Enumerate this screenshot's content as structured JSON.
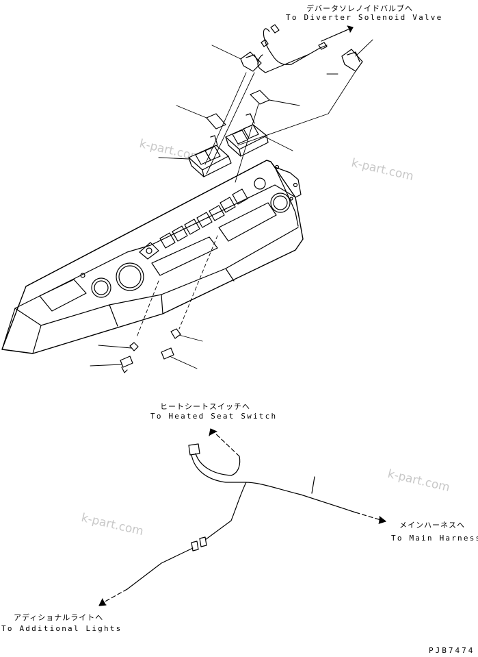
{
  "labels": {
    "diverter": {
      "jp": "デバータソレノイドバルブへ",
      "en": "To Diverter Solenoid Valve"
    },
    "heated_seat": {
      "jp": "ヒートシートスイッチへ",
      "en": "To Heated Seat Switch"
    },
    "main_harness": {
      "jp": "メインハーネスへ",
      "en": "To Main Harness"
    },
    "additional_lights": {
      "jp": "アディショナルライトへ",
      "en": "To Additional Lights"
    }
  },
  "watermark": "k-part.com",
  "drawing_code": "PJB7474"
}
